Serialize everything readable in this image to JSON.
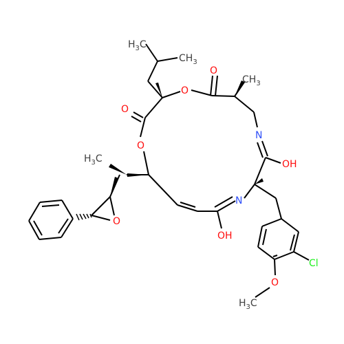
{
  "molecule": {
    "atom_labels": {
      "ipr_ch3": {
        "main": "H",
        "sub": "3",
        "tail": "C"
      },
      "ipr_ch3_right": {
        "main": "CH",
        "sub": "3"
      },
      "ester1_o_carbonyl": {
        "main": "O"
      },
      "ester1_o_ring": {
        "main": "O"
      },
      "ester2_o_carbonyl": {
        "main": "O"
      },
      "methyl_top_right": {
        "main": "CH",
        "sub": "3"
      },
      "ester2_o_ring": {
        "main": "O"
      },
      "n_upper": {
        "main": "N"
      },
      "oh_upper": {
        "main": "OH"
      },
      "side_ch3": {
        "main": "H",
        "sub": "3",
        "tail": "C"
      },
      "n_lower": {
        "main": "N"
      },
      "epoxide_o": {
        "main": "O"
      },
      "oh_lower": {
        "main": "OH"
      },
      "cl": {
        "main": "Cl"
      },
      "o_methoxy": {
        "main": "O"
      },
      "methoxy_ch3": {
        "main": "H",
        "sub": "3",
        "tail": "C"
      }
    },
    "colors": {
      "carbon_bond": "#000000",
      "oxygen": "#ff0d0d",
      "nitrogen": "#3050f8",
      "chlorine": "#1ff01f",
      "carbon_label": "#404040"
    }
  }
}
